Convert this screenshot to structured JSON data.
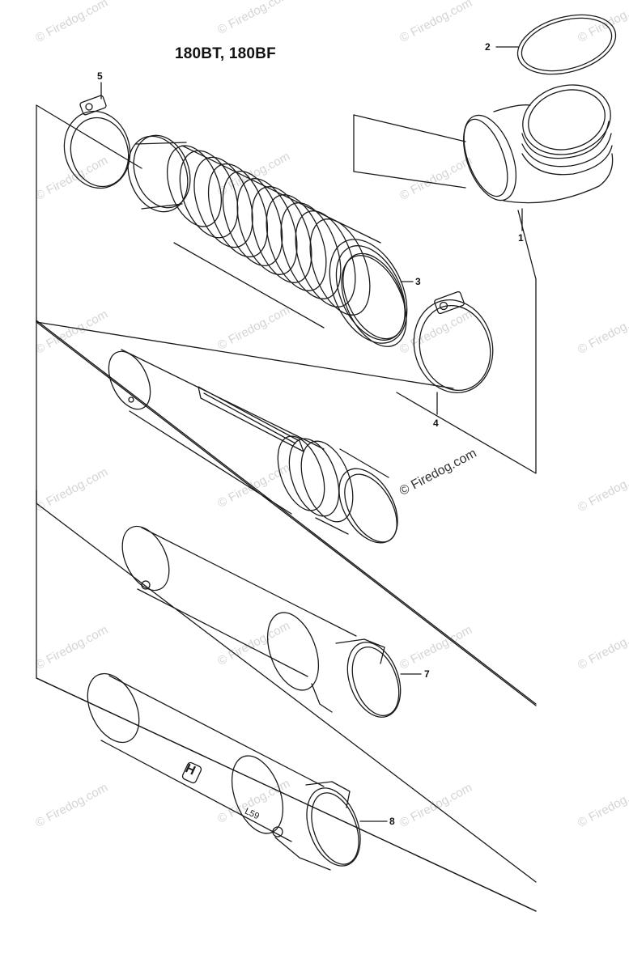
{
  "diagram": {
    "title": "180BT, 180BF",
    "watermark": "© Firedog.com",
    "watermark_center": "© Firedog.com",
    "callouts": [
      "1",
      "2",
      "3",
      "4",
      "5",
      "7",
      "8"
    ],
    "tube_markings": {
      "logo_letters": "H",
      "part_mark": "L59"
    },
    "colors": {
      "line": "#1a1a1a",
      "background": "#ffffff",
      "watermark": "#d4d4d4"
    }
  }
}
